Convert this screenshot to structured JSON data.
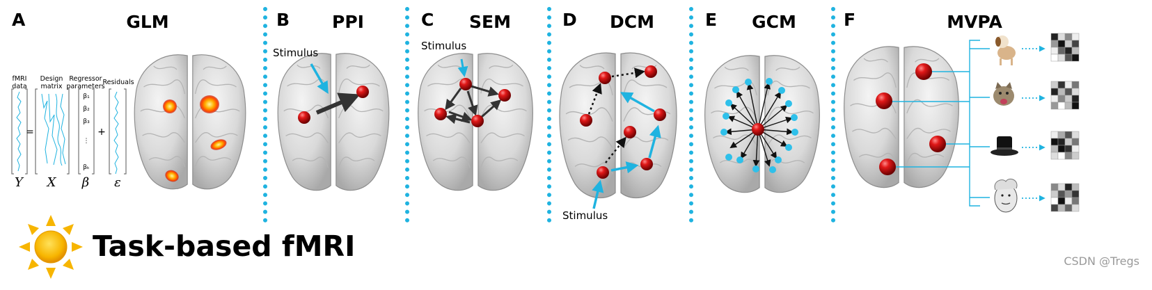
{
  "panels": [
    {
      "letter": "A",
      "title": "GLM"
    },
    {
      "letter": "B",
      "title": "PPI"
    },
    {
      "letter": "C",
      "title": "SEM"
    },
    {
      "letter": "D",
      "title": "DCM"
    },
    {
      "letter": "E",
      "title": "GCM"
    },
    {
      "letter": "F",
      "title": "MVPA"
    }
  ],
  "stimulus_label": "Stimulus",
  "glm": {
    "col_labels": [
      "fMRI\ndata",
      "Design\nmatrix",
      "Regressor\nparameters",
      "Residuals"
    ],
    "symbols": [
      "Y",
      "X",
      "β",
      "ε"
    ],
    "equals": "=",
    "plus": "+",
    "betas": [
      "β₁",
      "β₂",
      "β₃",
      "⋮",
      "βₖ"
    ]
  },
  "mvpa": {
    "stimuli_icons": [
      "dog-icon",
      "cat-icon",
      "top-hat-icon",
      "einstein-icon"
    ]
  },
  "footer": {
    "title": "Task-based fMRI",
    "icon": "sun-icon"
  },
  "watermark": "CSDN @Tregs",
  "colors": {
    "accent": "#1fb3e0",
    "node_red": "#d01010",
    "arrow_dark": "#333333",
    "activation": "#ff7a00",
    "sun": "#f7b500"
  }
}
